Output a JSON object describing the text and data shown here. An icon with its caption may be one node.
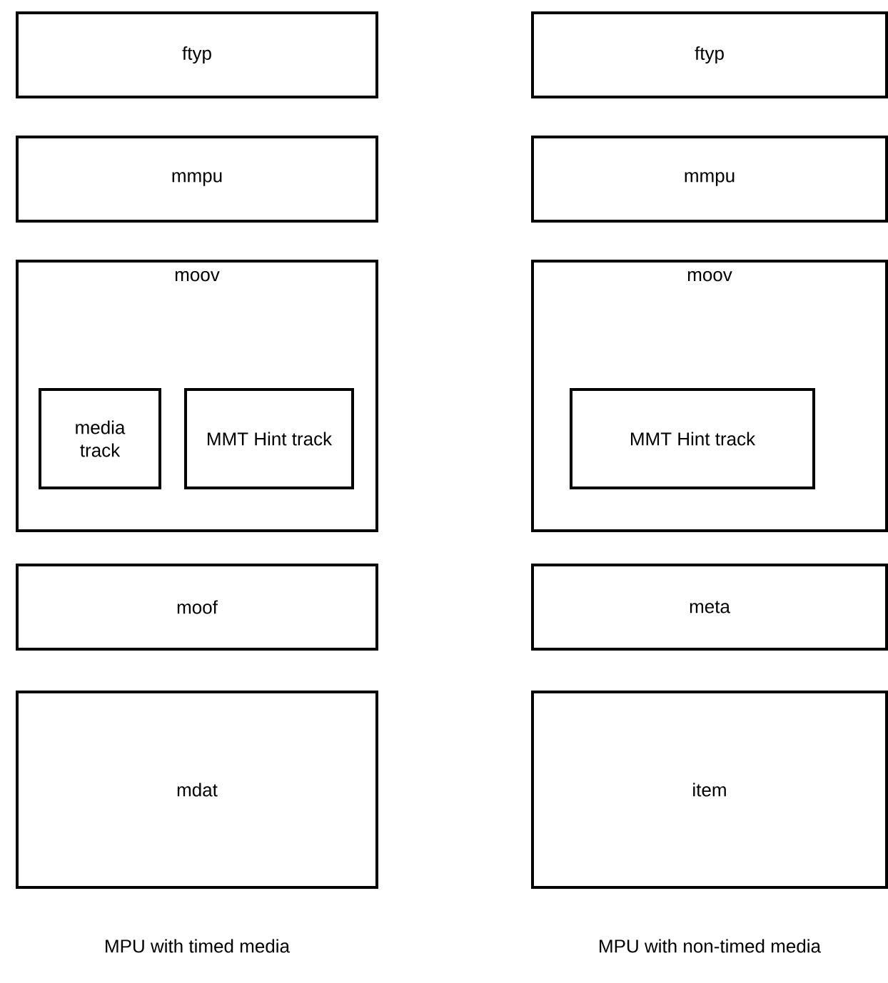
{
  "diagram": {
    "nodes": [
      {
        "text": [
          "ftyp"
        ]
      },
      {
        "text": [
          "mmpu"
        ]
      },
      {
        "text": [
          "moov"
        ]
      },
      {
        "text": [
          "media track"
        ],
        "in": 2
      },
      {
        "text": [
          "MMT Hint track"
        ],
        "in": 2
      },
      {
        "text": [
          "moof"
        ]
      },
      {
        "text": [
          "mdat"
        ]
      },
      {
        "text": [
          "ftyp"
        ]
      },
      {
        "text": [
          "mmpu"
        ]
      },
      {
        "text": [
          "moov"
        ]
      },
      {
        "text": [
          "MMT Hint track"
        ],
        "in": 9
      },
      {
        "text": [
          "meta"
        ]
      },
      {
        "text": [
          "item"
        ]
      }
    ],
    "labels": [
      "MPU with timed media",
      "MPU with non-timed media"
    ]
  }
}
